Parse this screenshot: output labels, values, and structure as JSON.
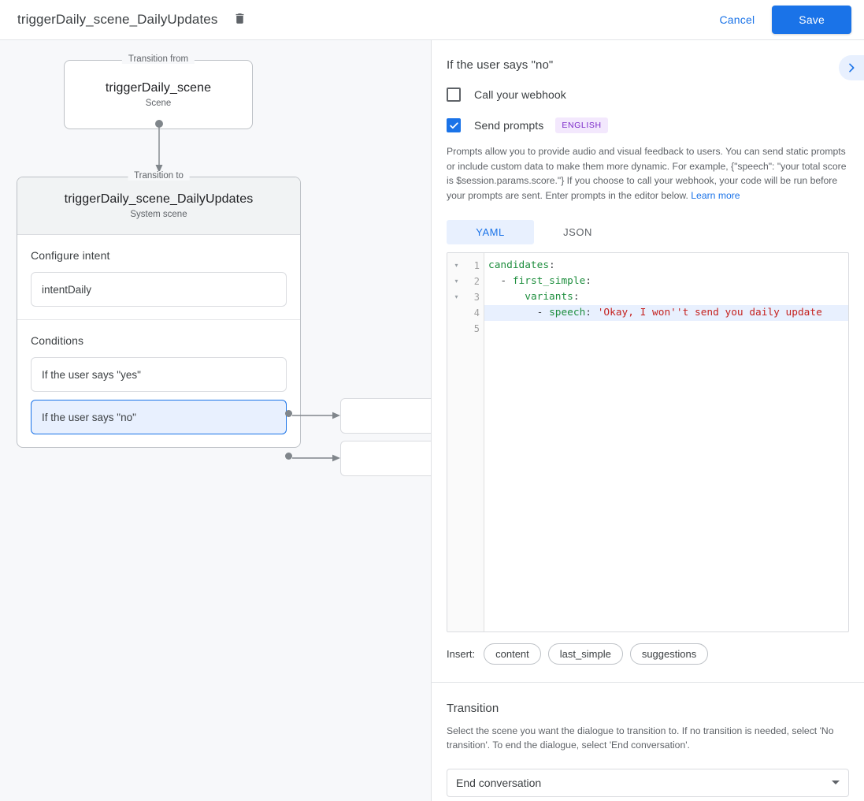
{
  "topbar": {
    "title": "triggerDaily_scene_DailyUpdates",
    "delete_icon": "trash-icon",
    "cancel_label": "Cancel",
    "save_label": "Save"
  },
  "graph": {
    "from": {
      "legend": "Transition from",
      "title": "triggerDaily_scene",
      "subtitle": "Scene"
    },
    "to": {
      "legend": "Transition to",
      "title": "triggerDaily_scene_DailyUpdates",
      "subtitle": "System scene"
    },
    "intent": {
      "label": "Configure intent",
      "value": "intentDaily"
    },
    "conditions": {
      "label": "Conditions",
      "items": [
        {
          "text": "If the user says \"yes\"",
          "selected": false
        },
        {
          "text": "If the user says \"no\"",
          "selected": true
        }
      ]
    },
    "handlers": [
      {
        "text": ""
      },
      {
        "text": ""
      }
    ]
  },
  "detail": {
    "title": "If the user says \"no\"",
    "expand_icon": "chevron-right-icon",
    "webhook": {
      "label": "Call your webhook",
      "checked": false
    },
    "prompts": {
      "label": "Send prompts",
      "checked": true,
      "language_badge": "ENGLISH",
      "description": "Prompts allow you to provide audio and visual feedback to users. You can send static prompts or include custom data to make them more dynamic. For example, {\"speech\": \"your total score is $session.params.score.\"} If you choose to call your webhook, your code will be run before your prompts are sent. Enter prompts in the editor below. ",
      "learn_more": "Learn more"
    },
    "tabs": [
      {
        "label": "YAML",
        "active": true
      },
      {
        "label": "JSON",
        "active": false
      }
    ],
    "editor": {
      "line_numbers": [
        "1",
        "2",
        "3",
        "4",
        "5"
      ],
      "fold_markers": [
        "▾",
        "▾",
        "▾",
        "",
        ""
      ],
      "highlighted_line": 4,
      "lines": [
        {
          "n": 1,
          "key": "candidates",
          "punct": ":",
          "indent": "",
          "dash": "",
          "str": ""
        },
        {
          "n": 2,
          "key": "first_simple",
          "punct": ":",
          "indent": "  ",
          "dash": "- ",
          "str": ""
        },
        {
          "n": 3,
          "key": "variants",
          "punct": ":",
          "indent": "      ",
          "dash": "",
          "str": ""
        },
        {
          "n": 4,
          "key": "speech",
          "punct": ": ",
          "indent": "        ",
          "dash": "- ",
          "str": "'Okay, I won''t send you daily update"
        },
        {
          "n": 5,
          "key": "",
          "punct": "",
          "indent": "",
          "dash": "",
          "str": ""
        }
      ]
    },
    "insert": {
      "label": "Insert:",
      "chips": [
        "content",
        "last_simple",
        "suggestions"
      ]
    },
    "transition": {
      "title": "Transition",
      "description": "Select the scene you want the dialogue to transition to. If no transition is needed, select 'No transition'. To end the dialogue, select 'End conversation'.",
      "selected": "End conversation"
    }
  },
  "colors": {
    "accent": "#1a73e8",
    "selected_bg": "#e8f0fe",
    "badge_bg": "#f3e8fd",
    "badge_fg": "#7b29c9",
    "code_key": "#1e8e3e",
    "code_string": "#c5221f",
    "panel_bg": "#f7f8fa"
  }
}
